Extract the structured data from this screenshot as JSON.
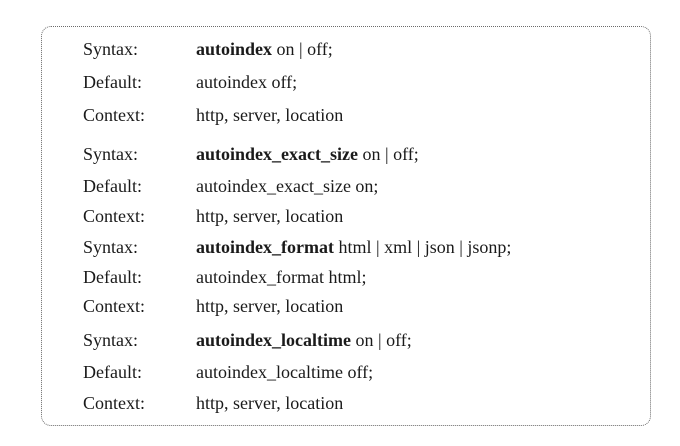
{
  "blocks": [
    {
      "syntax_label": "Syntax:",
      "syntax_directive": "autoindex",
      "syntax_args": " on | off;",
      "default_label": "Default:",
      "default_value": "autoindex off;",
      "context_label": "Context:",
      "context_value": "http, server, location"
    },
    {
      "syntax_label": "Syntax:",
      "syntax_directive": "autoindex_exact_size",
      "syntax_args": " on | off;",
      "default_label": "Default:",
      "default_value": "autoindex_exact_size on;",
      "context_label": "Context:",
      "context_value": "http, server, location"
    },
    {
      "syntax_label": "Syntax:",
      "syntax_directive": "autoindex_format",
      "syntax_args": " html | xml | json | jsonp;",
      "default_label": "Default:",
      "default_value": "autoindex_format html;",
      "context_label": "Context:",
      "context_value": "http, server, location"
    },
    {
      "syntax_label": "Syntax:",
      "syntax_directive": "autoindex_localtime",
      "syntax_args": " on | off;",
      "default_label": "Default:",
      "default_value": "autoindex_localtime off;",
      "context_label": "Context:",
      "context_value": "http, server, location"
    }
  ]
}
